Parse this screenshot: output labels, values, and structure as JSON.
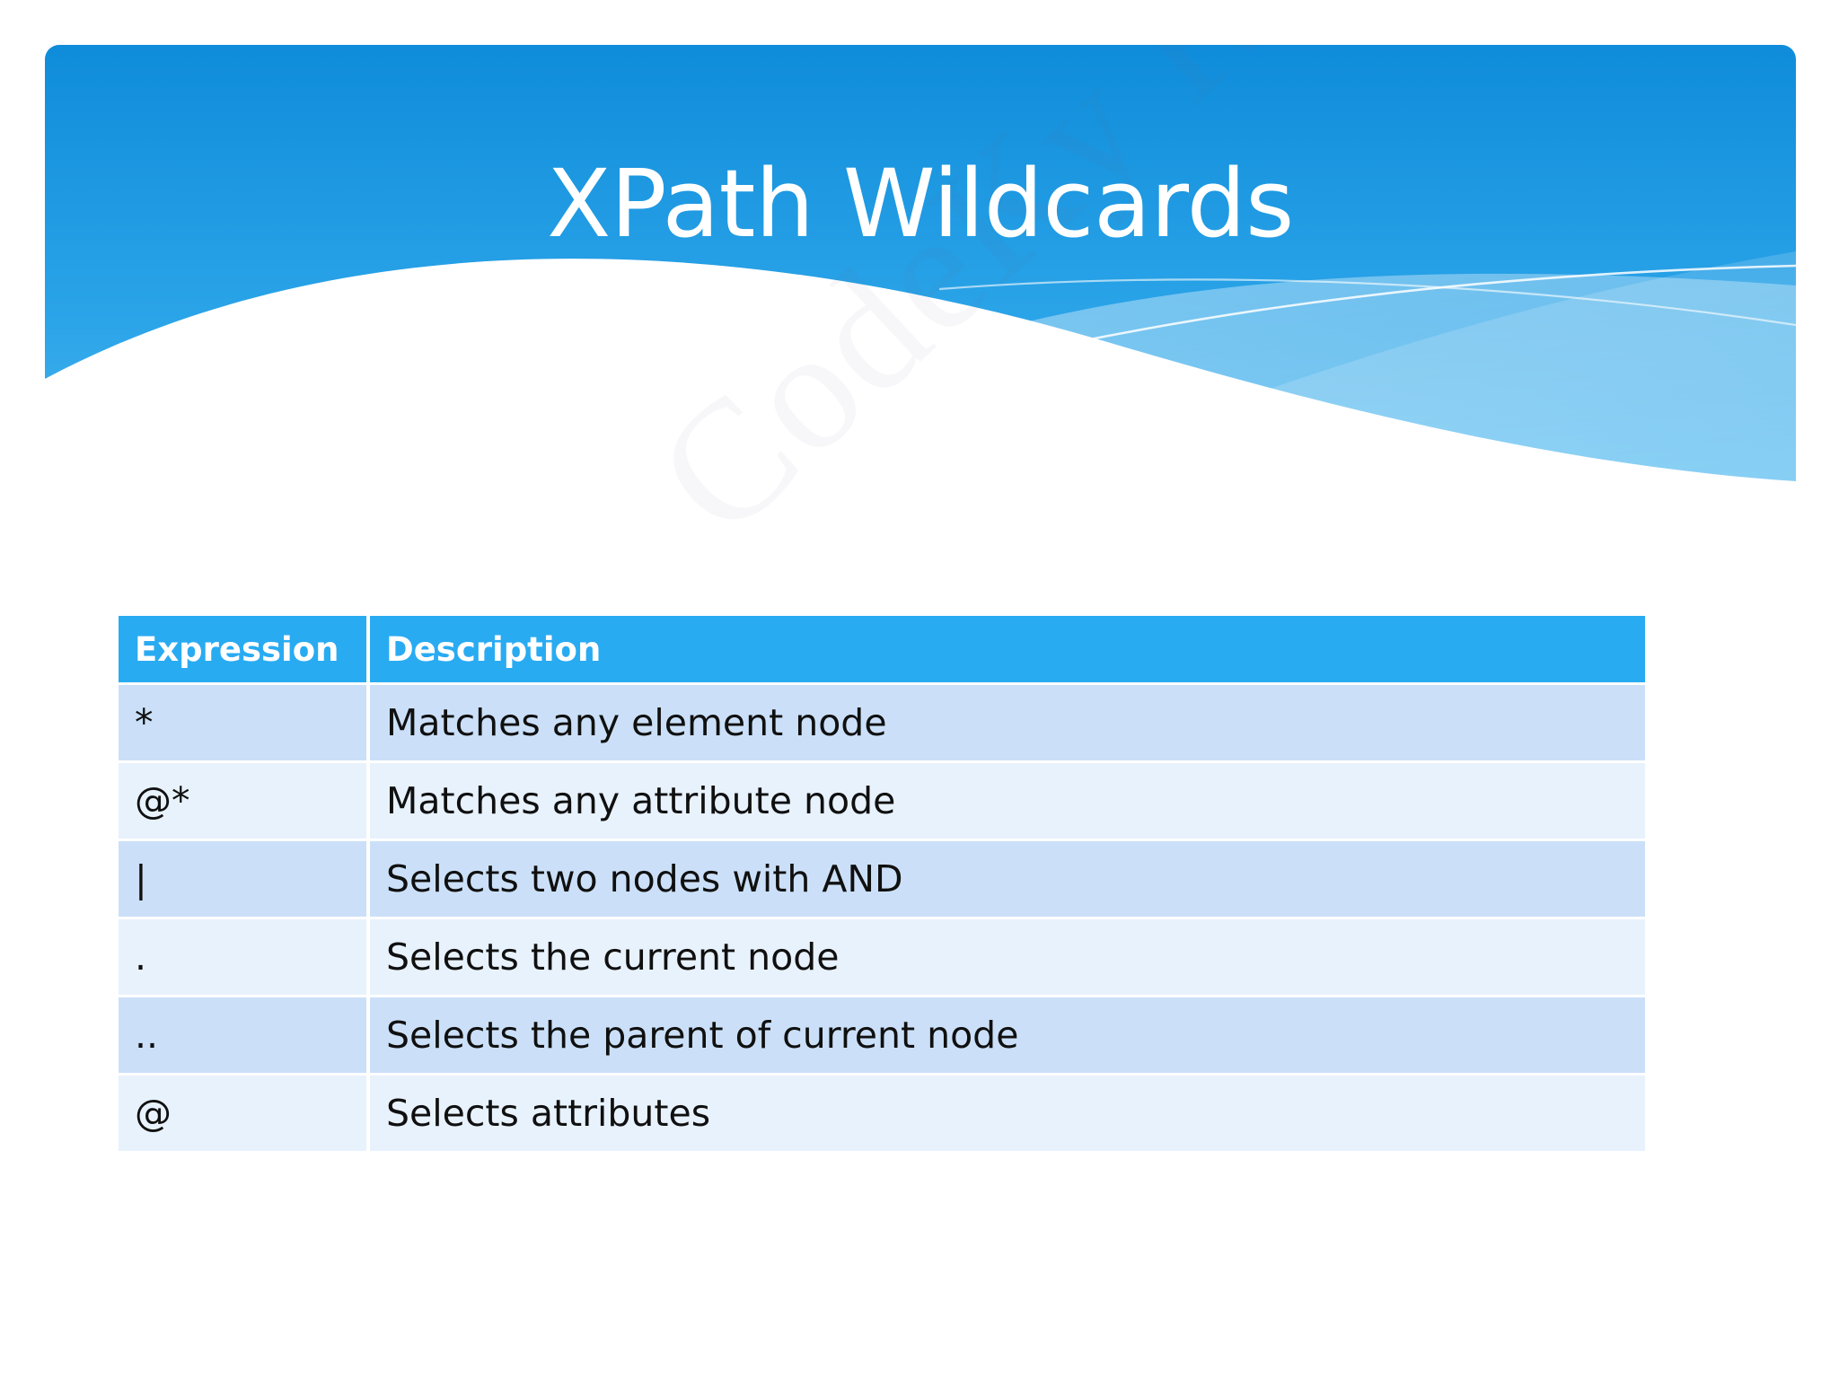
{
  "slide": {
    "title": "XPath Wildcards",
    "watermark": "CodeKy Review",
    "colors": {
      "banner_top": "#0F8CDA",
      "banner_bottom": "#4FB9F0",
      "table_header": "#29ABF2",
      "row_dark": "#CBE0F8",
      "row_light": "#E8F2FD",
      "text": "#101010"
    }
  },
  "table": {
    "headers": [
      "Expression",
      "Description"
    ],
    "rows": [
      {
        "expression": "*",
        "description": "Matches any element node"
      },
      {
        "expression": "@*",
        "description": "Matches any attribute node"
      },
      {
        "expression": "|",
        "description": "Selects two nodes with AND"
      },
      {
        "expression": ".",
        "description": "Selects the current node"
      },
      {
        "expression": "..",
        "description": "Selects the parent of current node"
      },
      {
        "expression": "@",
        "description": "Selects attributes"
      }
    ]
  }
}
